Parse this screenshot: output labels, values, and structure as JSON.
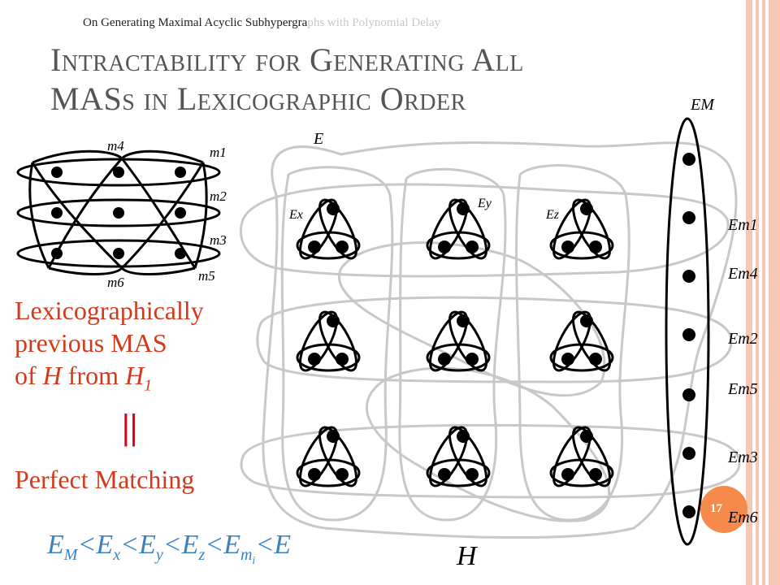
{
  "header": {
    "running_title_dark": "On Generating Maximal Acyclic Subhypergra",
    "running_title_light": "phs with Polynomial Delay"
  },
  "slide": {
    "title_line1": "Intractability for Generating All",
    "title_line2": "MASs in Lexicographic Order",
    "page_number": "17"
  },
  "left_text": {
    "line1": "Lexicographically",
    "line2": "previous MAS",
    "line3_prefix": "of ",
    "line3_h": "H",
    "line3_mid": " from ",
    "line3_h1": "H",
    "line3_h1_sub": "1",
    "equal_sign": "||",
    "perfect_matching": "Perfect Matching"
  },
  "order": {
    "em": "E",
    "em_sub": "M",
    "lt": "<",
    "ex": "E",
    "ex_sub": "x",
    "ey": "E",
    "ey_sub": "y",
    "ez": "E",
    "ez_sub": "z",
    "emi": "E",
    "emi_sub": "m",
    "emi_subsub": "i",
    "e": "E"
  },
  "small_graph": {
    "labels": [
      "m4",
      "m1",
      "m2",
      "m3",
      "m6",
      "m5"
    ]
  },
  "main_graph": {
    "e_label": "E",
    "ex_label": "Ex",
    "ey_label": "Ey",
    "ez_label": "Ez",
    "h_label": "H"
  },
  "column": {
    "em_label": "EM",
    "labels": [
      "Em1",
      "Em4",
      "Em2",
      "Em5",
      "Em3",
      "Em6"
    ]
  },
  "colors": {
    "accent_red": "#d33a1c",
    "accent_blue": "#3b82c4",
    "badge_orange": "#f58a4a",
    "stripe_peach": "#f7c9b4",
    "hyperedge_gray": "#c8c8c8"
  }
}
